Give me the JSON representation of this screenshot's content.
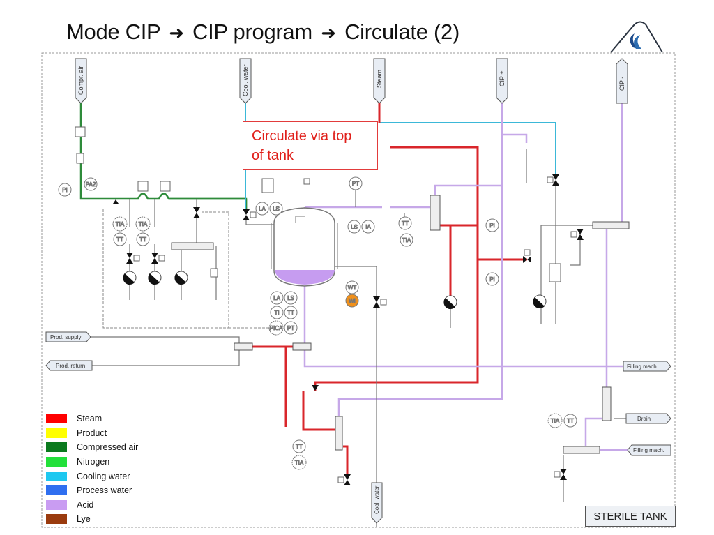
{
  "slide": {
    "title_parts": [
      "Mode CIP",
      "CIP program",
      "Circulate (2)"
    ],
    "title_separator_icon": "right-arrow-icon",
    "logo": "company-logo-icon"
  },
  "callout": {
    "text_line1": "Circulate via top",
    "text_line2": "of tank"
  },
  "terminals_top": {
    "compr_air": "Compr. air",
    "cool_water": "Cool. water",
    "steam": "Steam",
    "cip_plus": "CIP +",
    "cip_minus": "CIP -"
  },
  "terminals_side": {
    "prod_supply": "Prod. supply",
    "prod_return": "Prod. return",
    "filling_mach_1": "Filling mach.",
    "drain": "Drain",
    "filling_mach_2": "Filling mach.",
    "cool_water_bottom": "Cool. water"
  },
  "instruments": {
    "pi_left": "PI",
    "pa2": "PA2",
    "tia_1": "TIA",
    "tt_1": "TT",
    "tia_2": "TIA",
    "tt_2": "TT",
    "la_top": "LA",
    "ls_top": "LS",
    "pt_top": "PT",
    "ls_side": "LS",
    "ia_side": "IA",
    "tt_mid": "TT",
    "tia_mid": "TIA",
    "pi_right_1": "PI",
    "pi_right_2": "PI",
    "la_bottom": "LA",
    "ls_bottom": "LS",
    "ti_bottom": "TI",
    "tt_bottom": "TT",
    "pica_bottom": "PICA",
    "pt_bottom": "PT",
    "wt": "WT",
    "wi": "WI",
    "tt_low": "TT",
    "tia_low": "TIA",
    "tia_right": "TIA",
    "tt_right": "TT"
  },
  "legend": {
    "items": [
      {
        "label": "Steam",
        "color": "#ff0000"
      },
      {
        "label": "Product",
        "color": "#ffff00"
      },
      {
        "label": "Compressed air",
        "color": "#0b7a1e"
      },
      {
        "label": "Nitrogen",
        "color": "#22e03a"
      },
      {
        "label": "Cooling water",
        "color": "#1ec8f0"
      },
      {
        "label": "Process water",
        "color": "#2f6ff0"
      },
      {
        "label": "Acid",
        "color": "#c99cf2"
      },
      {
        "label": "Lye",
        "color": "#9a3b0e"
      }
    ]
  },
  "line_colors": {
    "steam": "#d9262b",
    "compressed_air": "#2e8b3a",
    "cooling_water": "#3bb8d8",
    "acid": "#c6a8e8",
    "neutral": "#777777",
    "tank_fill": "#c69cf0",
    "wi_fill": "#f0901b"
  },
  "footer_label": "STERILE TANK"
}
